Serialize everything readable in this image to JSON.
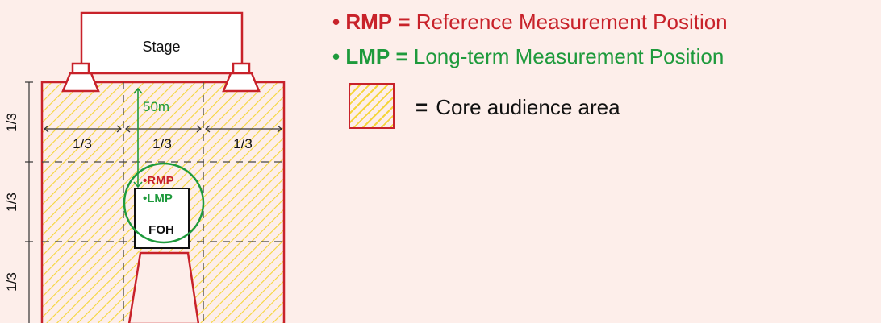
{
  "stage_label": "Stage",
  "distance_label": "50m",
  "third_label": "1/3",
  "positions": {
    "rmp_label": "•RMP",
    "lmp_label": "•LMP",
    "foh_label": "FOH"
  },
  "legend": {
    "bullet": "•",
    "equals": "=",
    "rmp_abbr": "RMP",
    "rmp_text": "Reference Measurement Position",
    "lmp_abbr": "LMP",
    "lmp_text": "Long-term Measurement Position",
    "core_text": "Core audience area"
  },
  "colors": {
    "background": "#fdeeea",
    "red": "#c8222a",
    "green": "#1e9a3c",
    "hatch": "#f5d53a"
  }
}
